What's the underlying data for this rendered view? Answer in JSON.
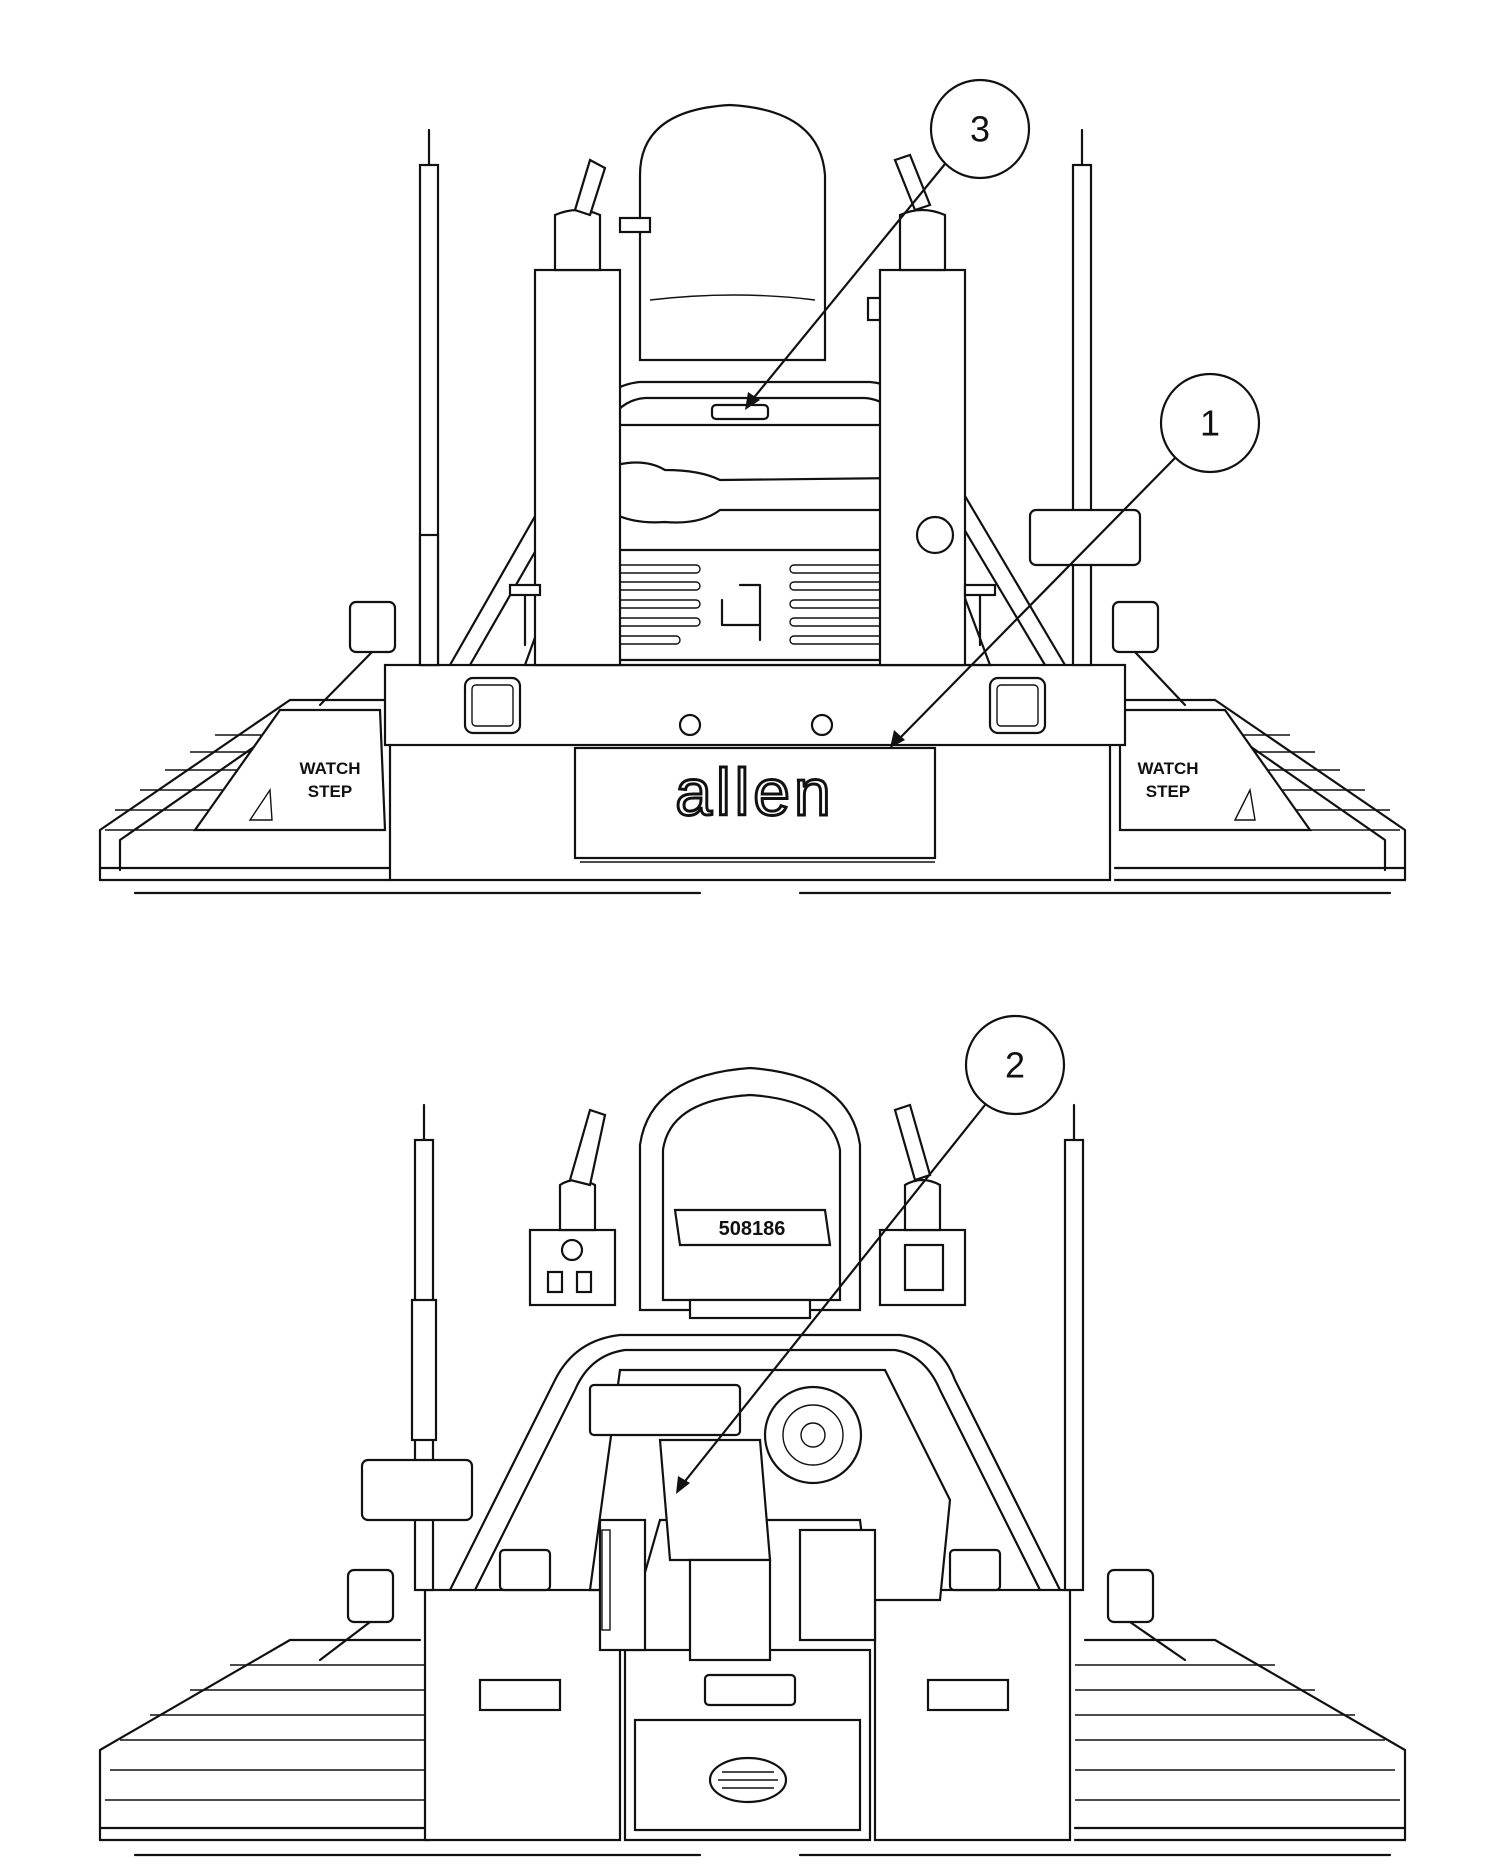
{
  "callouts": [
    {
      "id": "1",
      "label": "1"
    },
    {
      "id": "2",
      "label": "2"
    },
    {
      "id": "3",
      "label": "3"
    }
  ],
  "decals": {
    "watch_line1": "WATCH",
    "watch_line2": "STEP",
    "brand_logo": "allen",
    "seat_part_number": "508186"
  }
}
